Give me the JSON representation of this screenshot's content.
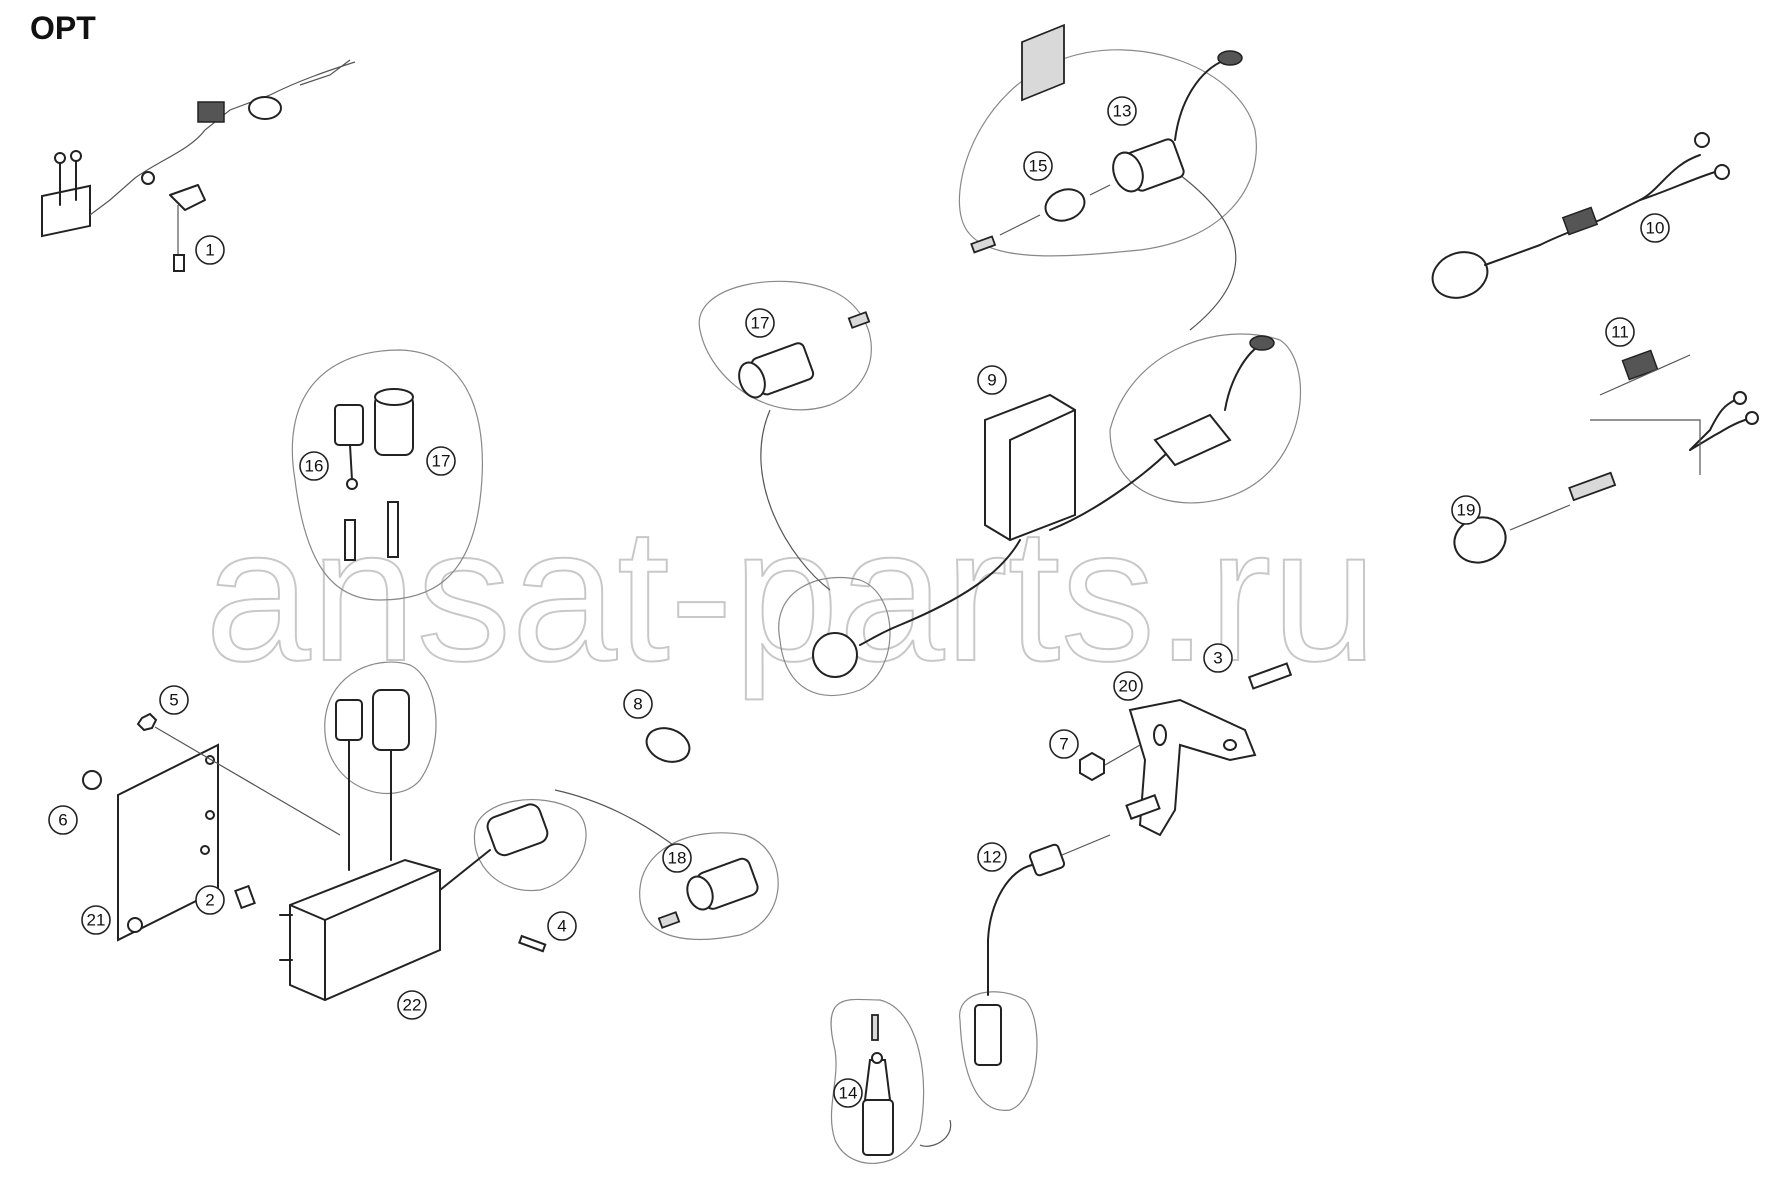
{
  "title": "OPT",
  "watermark": "ansat-parts.ru",
  "callouts": [
    "1",
    "2",
    "3",
    "4",
    "5",
    "6",
    "7",
    "8",
    "9",
    "10",
    "11",
    "12",
    "13",
    "14",
    "15",
    "16",
    "17",
    "17",
    "18",
    "19",
    "20",
    "21",
    "22"
  ]
}
